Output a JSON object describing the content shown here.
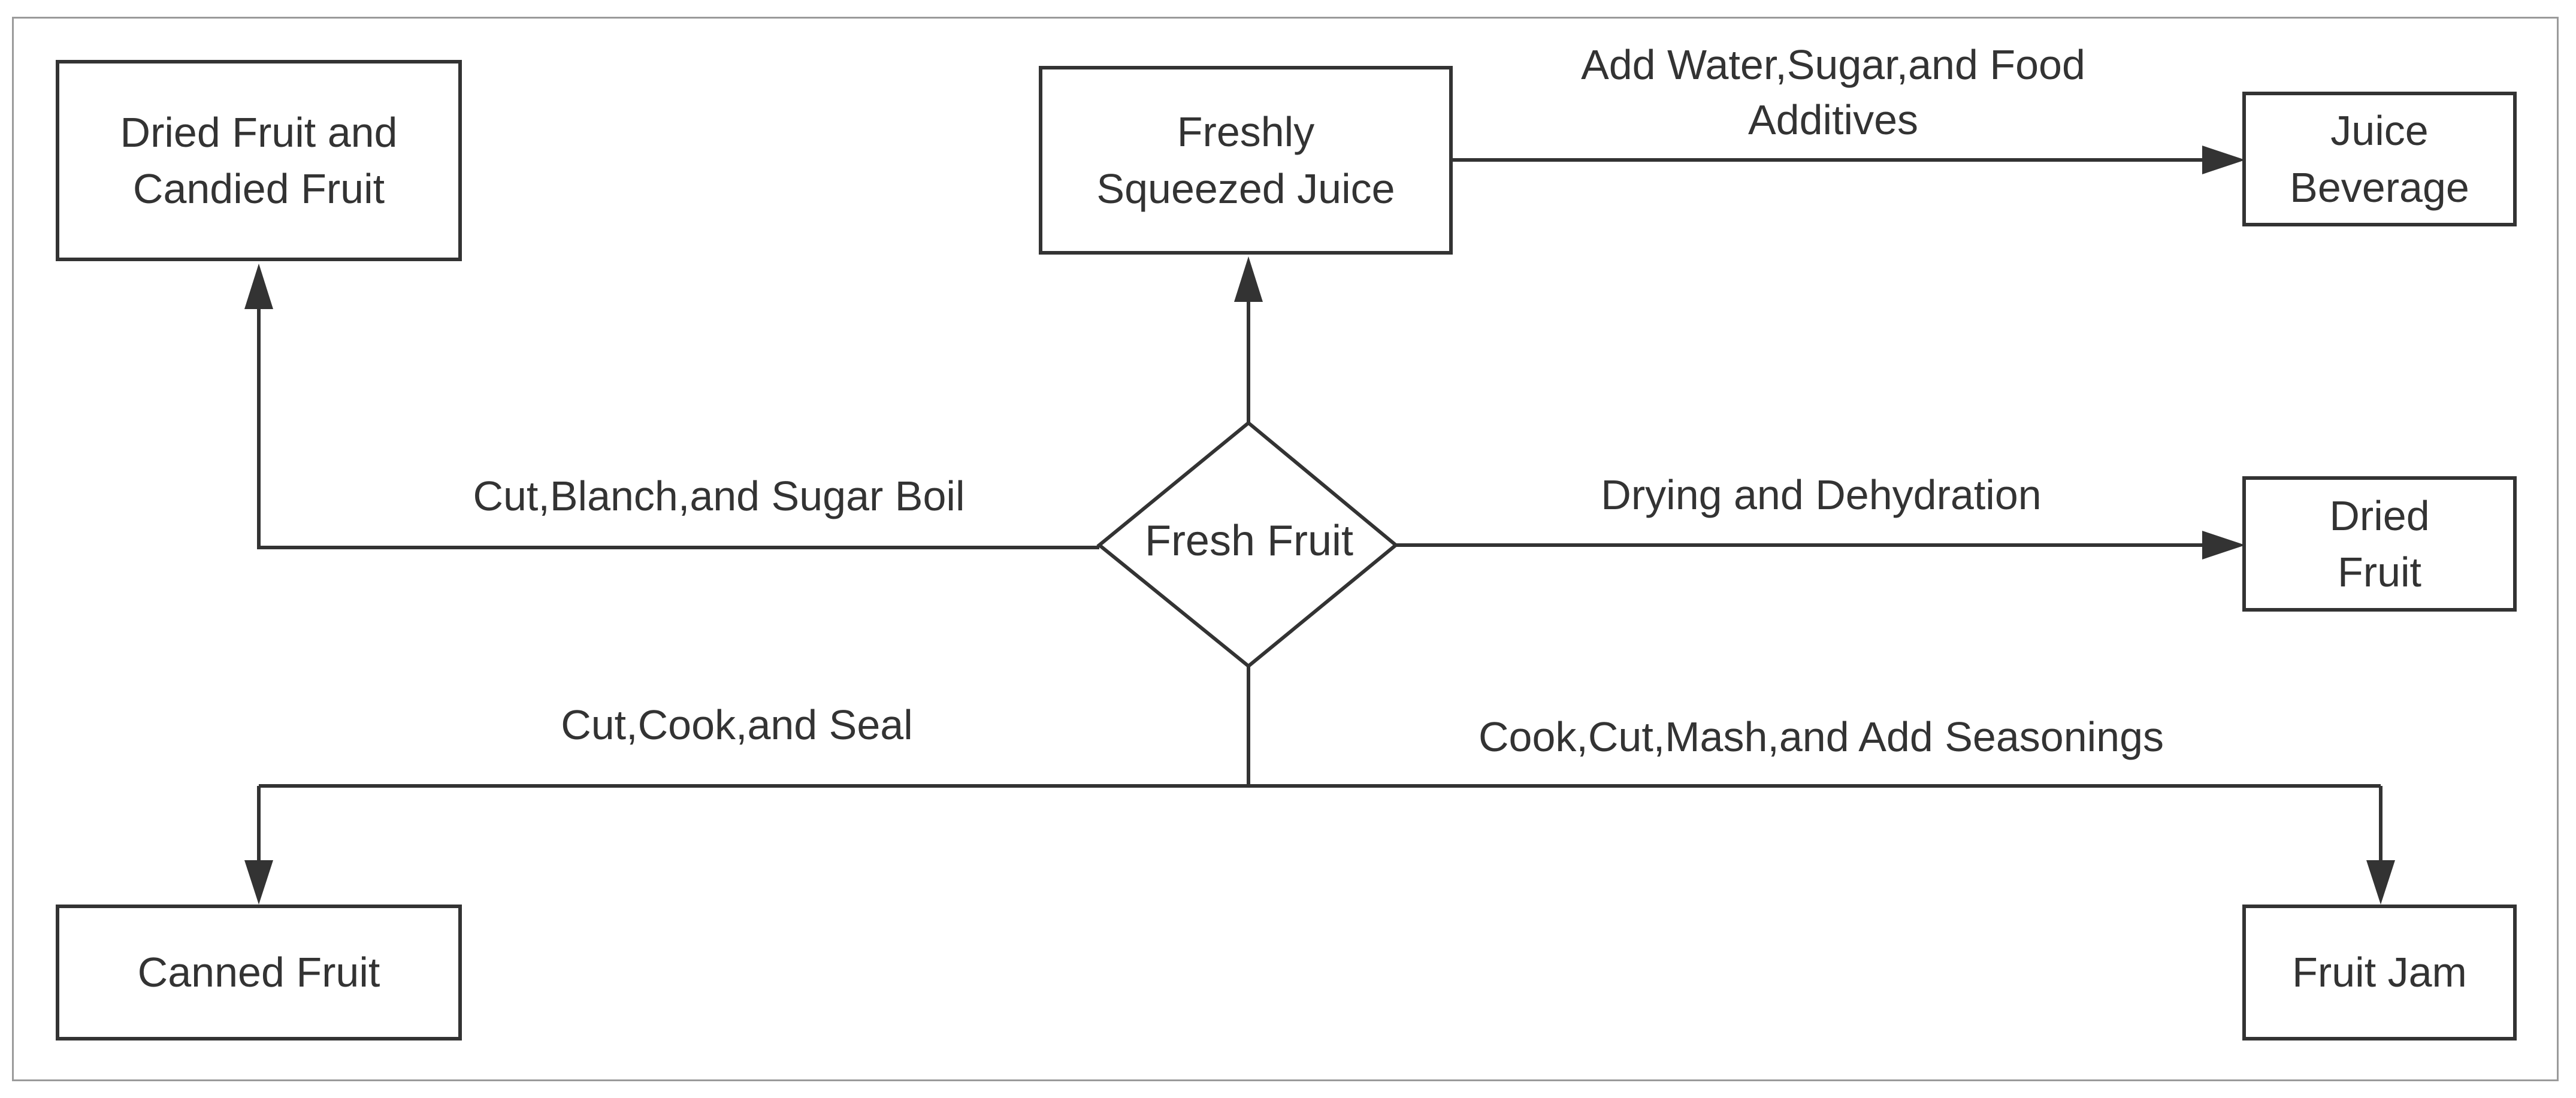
{
  "nodes": {
    "fresh_fruit": "Fresh Fruit",
    "dried_candied": "Dried Fruit and\nCandied Fruit",
    "fresh_juice": "Freshly\nSqueezed Juice",
    "juice_beverage": "Juice\nBeverage",
    "dried_fruit": "Dried\nFruit",
    "canned_fruit": "Canned Fruit",
    "fruit_jam": "Fruit Jam"
  },
  "edges": {
    "to_dried_candied": "Cut,Blanch,and Sugar Boil",
    "juice_to_beverage": "Add Water,Sugar,and Food\nAdditives",
    "to_dried_fruit": "Drying and Dehydration",
    "to_canned": "Cut,Cook,and Seal",
    "to_jam": "Cook,Cut,Mash,and Add Seasonings"
  },
  "colors": {
    "stroke": "#333333",
    "frame": "#9a9a9a",
    "background": "#ffffff"
  }
}
